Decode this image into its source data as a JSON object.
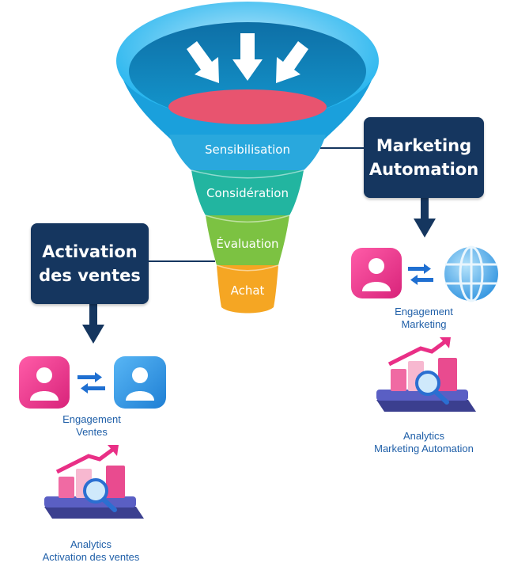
{
  "funnel": {
    "stages": [
      {
        "label": "Sensibilisation",
        "color": "#29a8dd"
      },
      {
        "label": "Considération",
        "color": "#22b5a0"
      },
      {
        "label": "Évaluation",
        "color": "#7cc242"
      },
      {
        "label": "Achat",
        "color": "#f5a623"
      }
    ],
    "top_color": "#1fb3ee",
    "inner_color": "#e8546f"
  },
  "right_box": {
    "line1": "Marketing",
    "line2": "Automation"
  },
  "left_box": {
    "line1": "Activation",
    "line2": "des ventes"
  },
  "right_engagement": {
    "line1": "Engagement",
    "line2": "Marketing"
  },
  "right_analytics": {
    "line1": "Analytics",
    "line2": "Marketing Automation"
  },
  "left_engagement": {
    "line1": "Engagement",
    "line2": "Ventes"
  },
  "left_analytics": {
    "line1": "Analytics",
    "line2": "Activation des ventes"
  },
  "icons": {
    "user_pink": "#e92f86",
    "user_blue": "#2b8fe0",
    "globe": "#5ab3ef",
    "exchange_arrows": "#1f6fd1",
    "box_color": "#15365f"
  }
}
